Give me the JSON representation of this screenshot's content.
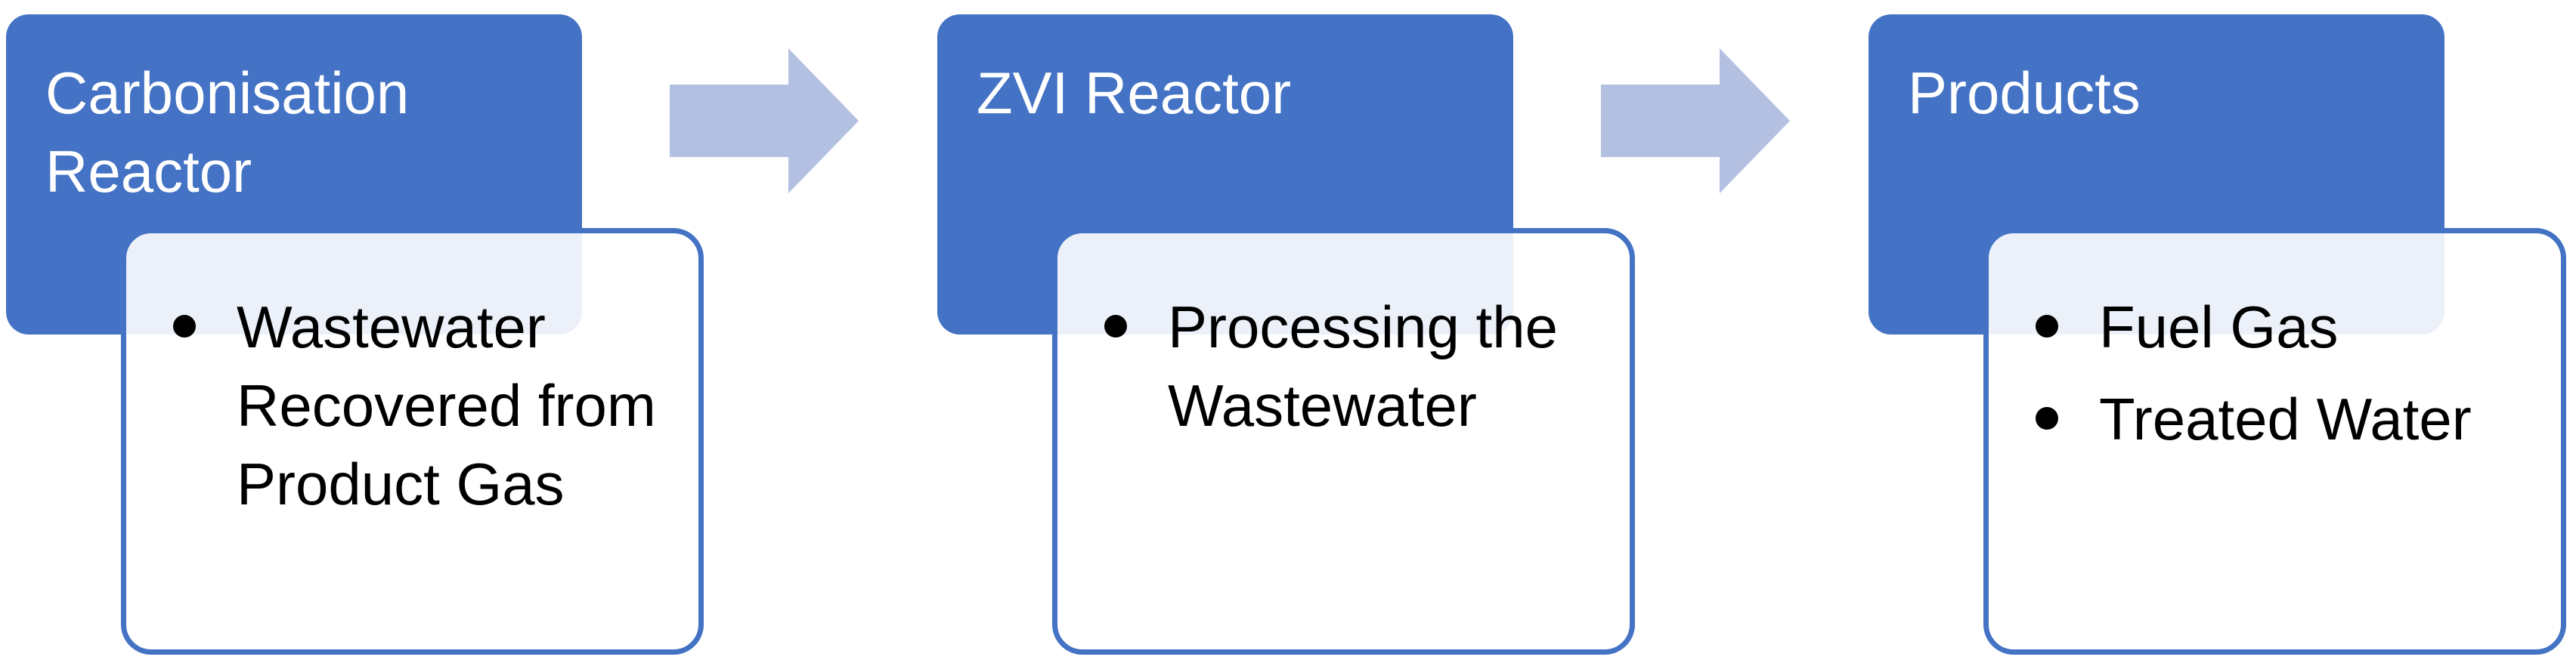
{
  "stages": [
    {
      "title": "Carbonisation Reactor",
      "items": [
        "Wastewater Recovered from Product Gas"
      ]
    },
    {
      "title": "ZVI Reactor",
      "items": [
        "Processing the Wastewater"
      ]
    },
    {
      "title": "Products",
      "items": [
        "Fuel Gas",
        "Treated Water"
      ]
    }
  ],
  "colors": {
    "header_fill": "#4472c4",
    "header_text": "#ffffff",
    "detail_border": "#4472c4",
    "detail_text": "#000000",
    "arrow_fill": "#b4c0e2"
  },
  "icons": {
    "connector": "right-arrow-icon",
    "list_marker": "bullet-icon"
  }
}
